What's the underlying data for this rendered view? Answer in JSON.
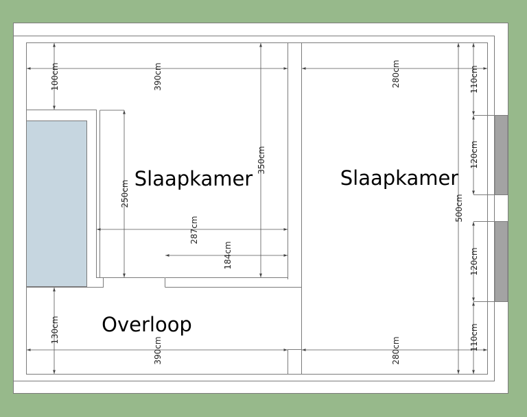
{
  "colors": {
    "background": "#97b98b",
    "paper": "#ffffff",
    "wall": "#7a7a7a",
    "stairs": "#c6d6e0",
    "window": "#a3a3a3",
    "dimension": "#555555"
  },
  "rooms": {
    "bedroom_left": "Slaapkamer",
    "bedroom_right": "Slaapkamer",
    "landing": "Overloop"
  },
  "dimensions": {
    "left_top_height": "100cm",
    "left_width_top": "390cm",
    "right_width_top": "280cm",
    "right_edge_top": "110cm",
    "bedroom_height": "350cm",
    "inner_height": "250cm",
    "inner_width": "287cm",
    "inner_small_width": "184cm",
    "window_top_height": "120cm",
    "right_room_height": "500cm",
    "window_bottom_height": "120cm",
    "right_edge_bottom": "110cm",
    "landing_height": "130cm",
    "left_width_bottom": "390cm",
    "right_width_bottom": "280cm"
  }
}
